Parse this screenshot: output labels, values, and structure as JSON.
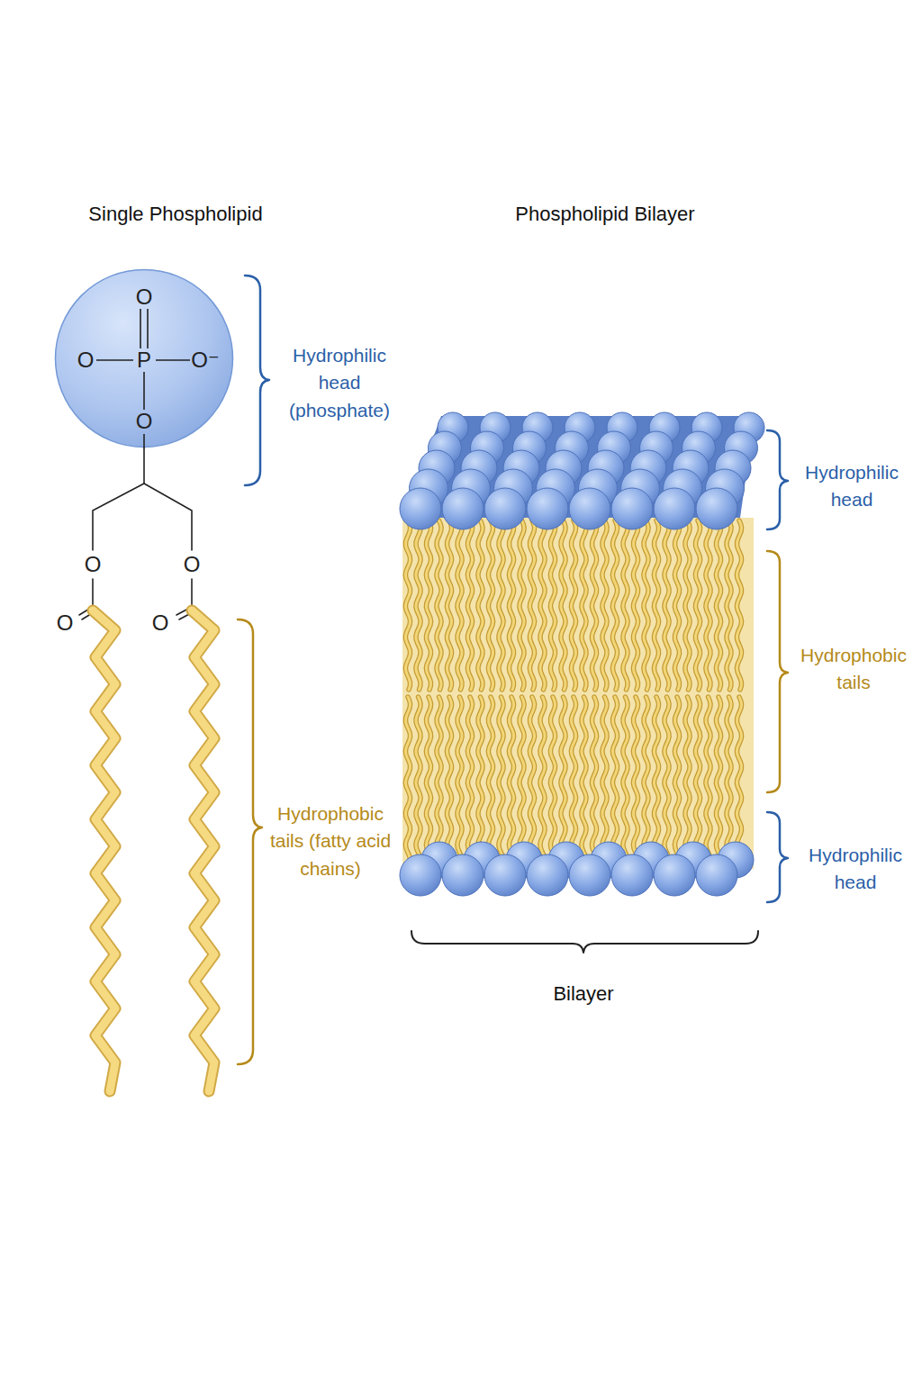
{
  "diagram": {
    "nodes": [
      {
        "text": [
          "O",
          "O",
          "P",
          "O⁻",
          "O"
        ]
      }
    ],
    "labels": [
      "Single Phospholipid",
      "Phospholipid Bilayer",
      "Hydrophilic head (phosphate)",
      "O",
      "O",
      "O",
      "O",
      "Hydrophobic tails (fatty acid chains)",
      "Hydrophilic head",
      "Hydrophobic tails",
      "Hydrophilic head",
      "Bilayer"
    ]
  }
}
